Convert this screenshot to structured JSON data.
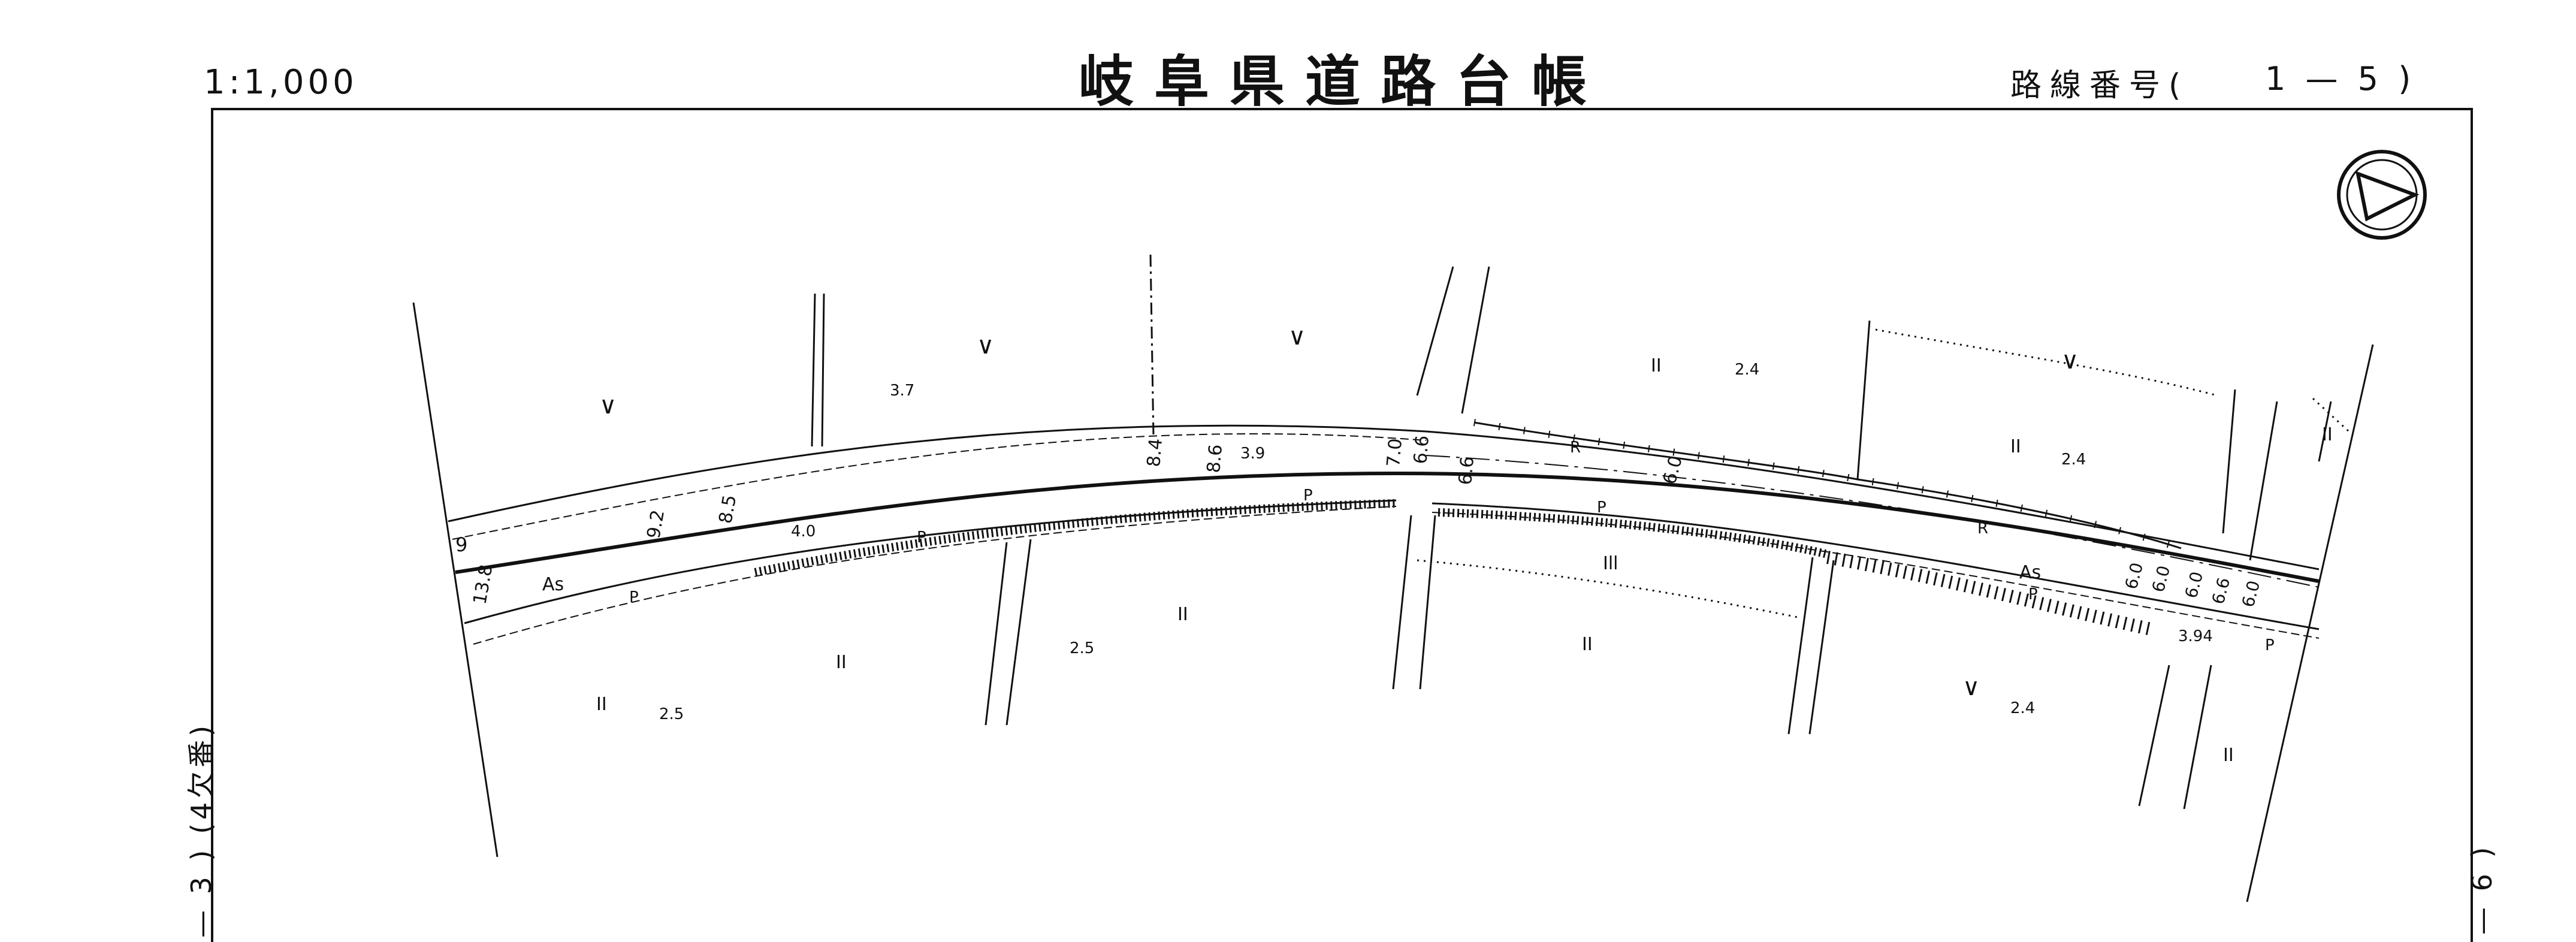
{
  "header": {
    "scale": "1:1,000",
    "title": "岐阜県道路台帳",
    "route_label": "路線番号(",
    "route_number": "1 — 5 )"
  },
  "side_labels": {
    "left": "— 3 ) (4欠番)",
    "right": "— 6 )"
  },
  "map": {
    "north_icon": "north-arrow-icon",
    "elevations": [
      "3.7",
      "4.0",
      "3.9",
      "2.5",
      "2.5",
      "2.4",
      "2.4",
      "2.4",
      "3.94"
    ],
    "road_widths": [
      "9",
      "13.8",
      "9.2",
      "8.5",
      "8.4",
      "8.6",
      "7.0",
      "6.6",
      "6.6",
      "6.0",
      "6.0",
      "6.0",
      "6.0",
      "6.6",
      "6.0"
    ],
    "pavement": [
      "As",
      "As"
    ],
    "labels": {
      "p": "P",
      "r": "R",
      "paddy": "II",
      "paddy_alt": "Ill",
      "field": "∨"
    }
  }
}
